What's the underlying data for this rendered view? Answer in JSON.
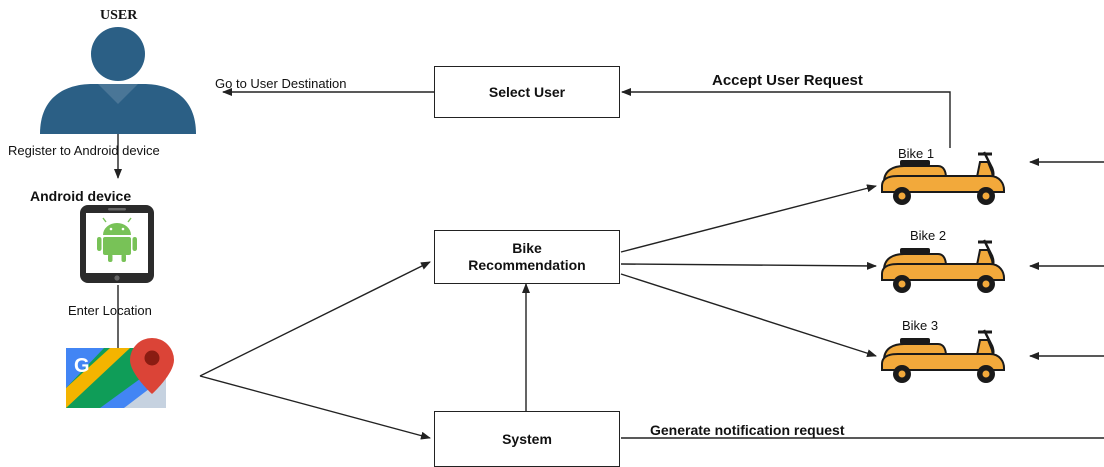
{
  "user": {
    "title": "USER"
  },
  "labels": {
    "register": "Register to Android device",
    "android_device": "Android device",
    "enter_location": "Enter Location",
    "go_to_destination": "Go to User Destination",
    "accept_request": "Accept User Request",
    "generate_notification": "Generate notification request"
  },
  "boxes": {
    "select_user": "Select User",
    "bike_recommendation_line1": "Bike",
    "bike_recommendation_line2": "Recommendation",
    "system": "System"
  },
  "bikes": [
    "Bike 1",
    "Bike 2",
    "Bike 3"
  ],
  "colors": {
    "user_icon": "#2b5f85",
    "bike_body": "#f2a93b",
    "bike_outline": "#1a1a1a",
    "android_green": "#78c257",
    "map_red": "#db4437",
    "map_green": "#0f9d58",
    "map_blue": "#4285f4",
    "map_yellow": "#f4b400"
  },
  "icons": {
    "user": "user-silhouette-icon",
    "phone": "android-phone-icon",
    "maps": "google-maps-icon",
    "bike": "scooter-icon"
  }
}
